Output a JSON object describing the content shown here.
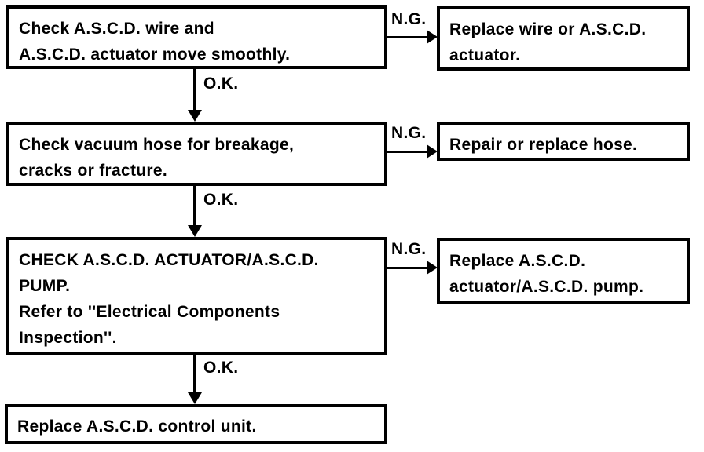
{
  "labels": {
    "ok": "O.K.",
    "ng": "N.G."
  },
  "flow": {
    "rows": [
      {
        "check": "Check A.S.C.D. wire and\nA.S.C.D. actuator move smoothly.",
        "action": "Replace wire or A.S.C.D.\nactuator."
      },
      {
        "check": "Check vacuum hose for breakage,\ncracks or fracture.",
        "action": "Repair or replace hose."
      },
      {
        "check": "CHECK A.S.C.D. ACTUATOR/A.S.C.D.\nPUMP.\nRefer to ''Electrical Components\nInspection''.",
        "action": "Replace A.S.C.D.\nactuator/A.S.C.D. pump."
      }
    ],
    "final": "Replace A.S.C.D. control unit."
  },
  "colors": {
    "ink": "#000000",
    "paper": "#ffffff"
  }
}
